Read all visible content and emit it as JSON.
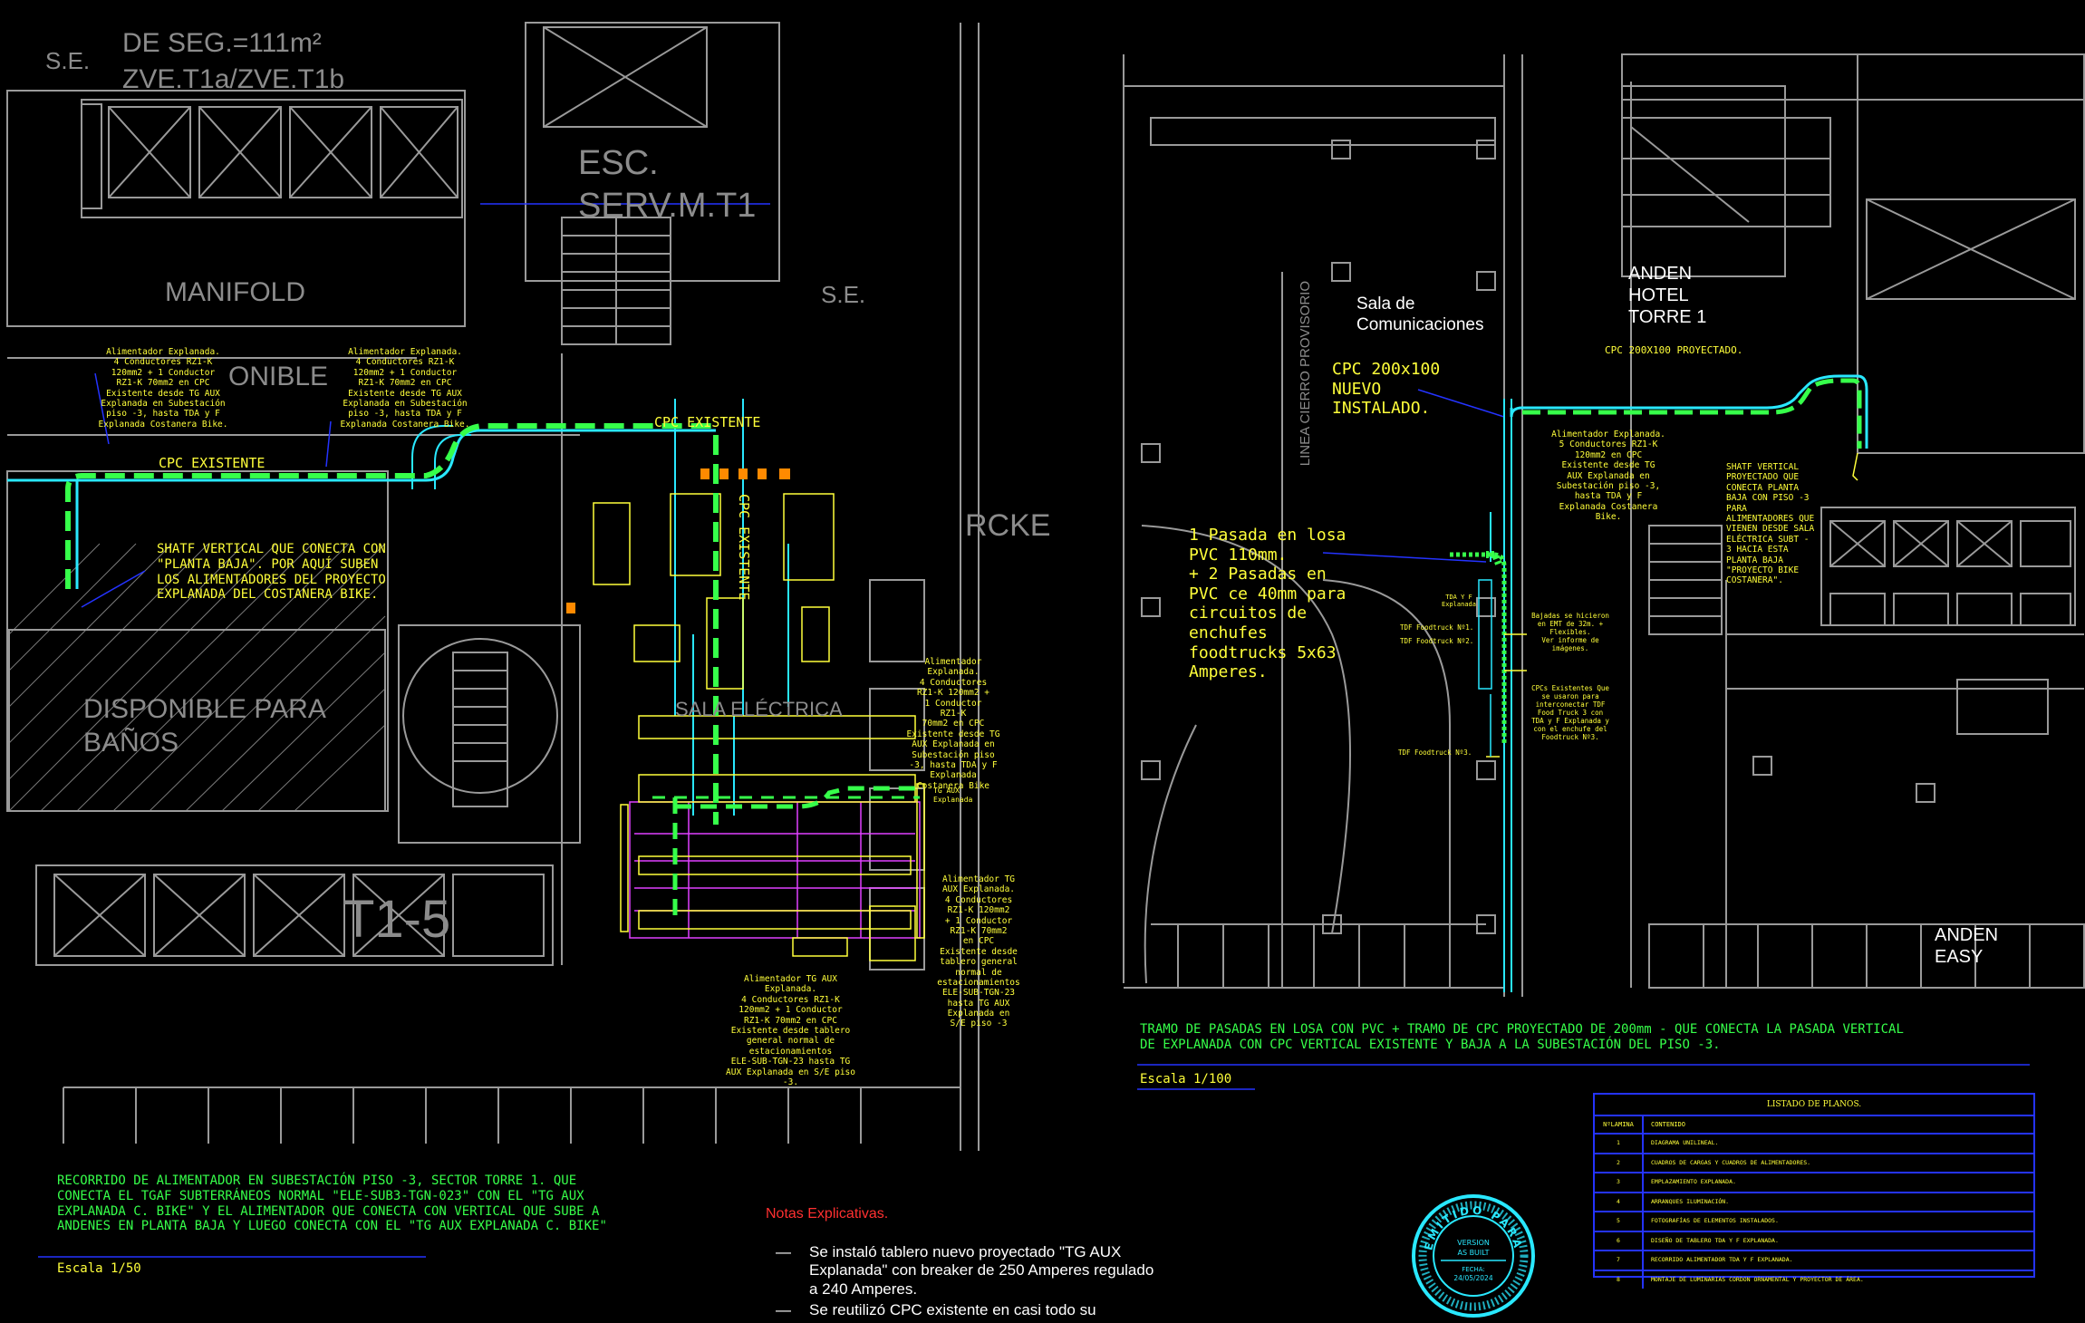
{
  "left_plan": {
    "area_label_1": "DE SEG.=111m²",
    "area_label_2": "ZVE.T1a/ZVE.T1b",
    "se_label_1": "S.E.",
    "se_label_2": "S.E.",
    "esc_label_1": "ESC.",
    "esc_label_2": "SERV.M.T1",
    "manifold": "MANIFOLD",
    "disponible_1": "ONIBLE",
    "rcke": "RCKE",
    "disponible_banos_1": "DISPONIBLE PARA",
    "disponible_banos_2": "BAÑOS",
    "t15": "T1-5",
    "sala_electrica": "SALA ELÉCTRICA",
    "cpc_existente_1": "CPC EXISTENTE",
    "cpc_existente_2": "CPC EXISTENTE",
    "cpc_existente_vertical": "CPC EXISTENTE",
    "note_feeder_a": "Alimentador Explanada.\n4 Conductores RZ1-K\n120mm2 + 1 Conductor\nRZ1-K 70mm2 en CPC\nExistente desde TG AUX\nExplanada en Subestación\npiso -3, hasta TDA y F\nExplanada Costanera Bike.",
    "note_feeder_b": "Alimentador Explanada.\n4 Conductores RZ1-K\n120mm2 + 1 Conductor\nRZ1-K 70mm2 en CPC\nExistente desde TG AUX\nExplanada en Subestación\npiso -3, hasta TDA y F\nExplanada Costanera Bike.",
    "note_shaft": "SHATF VERTICAL QUE CONECTA CON\n\"PLANTA BAJA\". POR AQUÍ SUBEN\nLOS ALIMENTADORES DEL PROYECTO\nEXPLANADA DEL COSTANERA BIKE.",
    "note_feeder_c": "Alimentador\nExplanada.\n4 Conductores\nRZ1-K 120mm2 +\n1 Conductor\nRZ1-K\n70mm2 en CPC\nExistente desde TG\nAUX Explanada en\nSubestación piso\n-3, hasta TDA y F\nExplanada\nCostanera Bike",
    "tg_aux_label": "TG AUX\nExplanada",
    "note_feeder_d": "Alimentador TG\nAUX Explanada.\n4 Conductores\nRZ1-K 120mm2\n+ 1 Conductor\nRZ1-K 70mm2\nen CPC\nExistente desde\ntablero general\nnormal de\nestacionamientos\nELE-SUB-TGN-23\nhasta TG AUX\nExplanada en\nS/E piso -3",
    "note_feeder_e": "Alimentador TG AUX\nExplanada.\n4 Conductores RZ1-K\n120mm2 + 1 Conductor\nRZ1-K 70mm2 en CPC\nExistente desde tablero\ngeneral normal de\nestacionamientos\nELE-SUB-TGN-23 hasta TG\nAUX Explanada en S/E piso\n-3.",
    "caption": "RECORRIDO DE ALIMENTADOR EN SUBESTACIÓN PISO -3, SECTOR TORRE 1. QUE\nCONECTA EL TGAF SUBTERRÁNEOS NORMAL \"ELE-SUB3-TGN-023\" CON EL \"TG AUX\nEXPLANADA C. BIKE\" Y EL ALIMENTADOR QUE CONECTA CON VERTICAL QUE SUBE A\nANDENES EN PLANTA BAJA Y LUEGO CONECTA CON EL \"TG AUX EXPLANADA C. BIKE\"",
    "scale": "Escala 1/50"
  },
  "right_plan": {
    "sala_com": "Sala de\nComunicaciones",
    "cpc_nuevo": "CPC 200x100\nNUEVO\nINSTALADO.",
    "linea_cierro": "LINEA CIERRO PROVISORIO",
    "anden_hotel": "ANDEN\nHOTEL\nTORRE 1",
    "cpc_proyectado": "CPC 200X100 PROYECTADO.",
    "pasada_note": "1 Pasada en losa\nPVC 110mm.\n+ 2 Pasadas en\nPVC ce 40mm para\ncircuitos de\nenchufes\nfoodtrucks 5x63\nAmperes.",
    "note_feeder_f": "Alimentador Explanada.\n5 Conductores RZ1-K\n120mm2 en CPC\nExistente desde TG\nAUX Explanada en\nSubestación piso -3,\nhasta TDA y F\nExplanada Costanera\nBike.",
    "note_shaft": "SHATF VERTICAL\nPROYECTADO QUE\nCONECTA PLANTA\nBAJA CON PISO -3\nPARA\nALIMENTADORES QUE\nVIENEN DESDE SALA\nELÉCTRICA SUBT -\n3 HACIA ESTA\nPLANTA BAJA\n\"PROYECTO BIKE\nCOSTANERA\".",
    "tda_label": "TDA Y F\nExplanada",
    "tdf1": "TDF Foodtruck Nº1.",
    "tdf2": "TDF Foodtruck Nº2.",
    "tdf3": "TDF Foodtruck Nº3.",
    "bajadas_note": "Bajadas se hicieron\nen EMT de 32m. +\nFlexibles.\nVer informe de\nimágenes.",
    "cpcs_note": "CPCs Existentes Que\nse usaron para\ninterconectar TDF\nFood Truck 3 con\nTDA y F Explanada y\ncon el enchufe del\nFoodtruck Nº3.",
    "anden_easy": "ANDEN\nEASY",
    "caption": "TRAMO DE PASADAS EN LOSA CON PVC + TRAMO DE CPC PROYECTADO DE 200mm - QUE CONECTA LA PASADA VERTICAL\nDE EXPLANADA CON CPC VERTICAL EXISTENTE Y BAJA A LA SUBESTACIÓN DEL PISO -3.",
    "scale": "Escala 1/100"
  },
  "notes": {
    "title": "Notas Explicativas.",
    "item_1": "Se instaló tablero nuevo proyectado \"TG AUX\nExplanada\" con breaker de 250 Amperes regulado\na 240 Amperes.",
    "item_2": "Se reutilizó CPC existente en casi todo su",
    "bullet": "—"
  },
  "plan_list": {
    "title": "LISTADO DE PLANOS.",
    "col_num": "NºLAMINA",
    "col_content": "CONTENIDO",
    "rows": [
      {
        "n": "1",
        "c": "DIAGRAMA UNILINEAL."
      },
      {
        "n": "2",
        "c": "CUADROS DE CARGAS Y CUADROS DE ALIMENTADORES."
      },
      {
        "n": "3",
        "c": "EMPLAZAMIENTO EXPLANADA."
      },
      {
        "n": "4",
        "c": "ARRANQUES ILUMINACIÓN."
      },
      {
        "n": "5",
        "c": "FOTOGRAFÍAS DE ELEMENTOS INSTALADOS."
      },
      {
        "n": "6",
        "c": "DISEÑO DE TABLERO TDA Y F EXPLANADA."
      },
      {
        "n": "7",
        "c": "RECORRIDO ALIMENTADOR TDA Y F EXPLANADA."
      },
      {
        "n": "8",
        "c": "MONTAJE DE LUMINARIAS CORDON ORNAMENTAL Y PROYECTOR DE ÁREA."
      }
    ]
  },
  "stamp": {
    "arc_top": "EMITIDO PARA",
    "line_1": "VERSION",
    "line_2": "AS BUILT",
    "fecha_label": "FECHA:",
    "fecha": "24/05/2024",
    "color": "#29e8ff"
  },
  "colors": {
    "background": "#000000",
    "walls": "#9a9a9a",
    "annotation": "#ffff3a",
    "cpc_route": "#36ff4a",
    "conduit": "#29e8ff",
    "panel": "#e040ff",
    "dim_line": "#2433ff",
    "breaker": "#ff8a00",
    "notes_title": "#ff3030"
  }
}
